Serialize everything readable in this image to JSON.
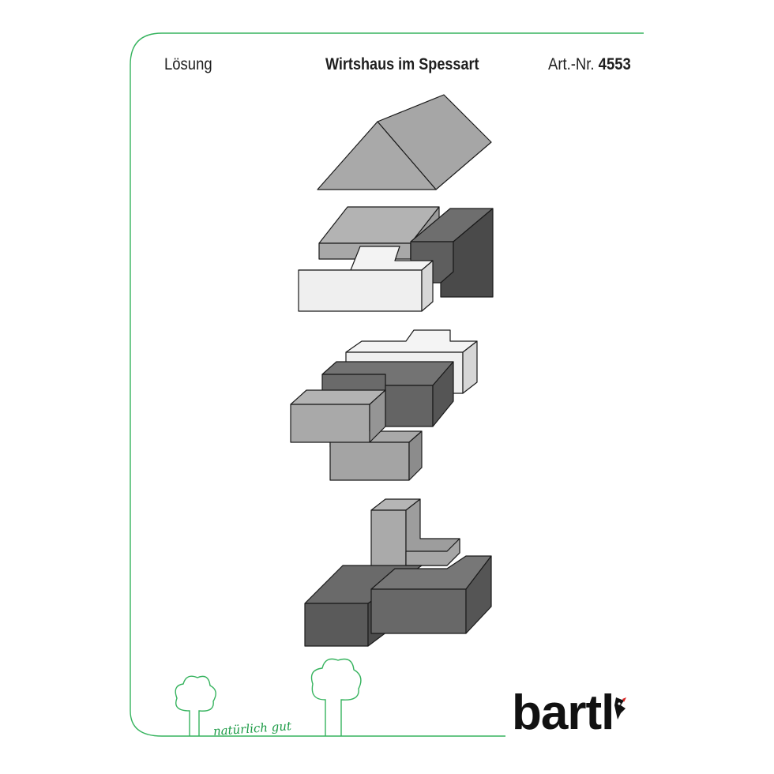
{
  "header": {
    "left_label": "Lösung",
    "title": "Wirtshaus im Spessart",
    "art_prefix": "Art.-Nr. ",
    "art_number": "4553"
  },
  "footer": {
    "slogan": "natürlich gut",
    "brand": "bartl"
  },
  "colors": {
    "frame_line": "#36b35e",
    "piece_light": "#efefef",
    "piece_mid": "#a9a9a9",
    "piece_dark": "#5e5e5e",
    "piece_darker": "#4a4a4a",
    "outline": "#1a1a1a"
  },
  "icons": [
    "tree-icon",
    "tree-icon",
    "woodpecker-icon"
  ]
}
